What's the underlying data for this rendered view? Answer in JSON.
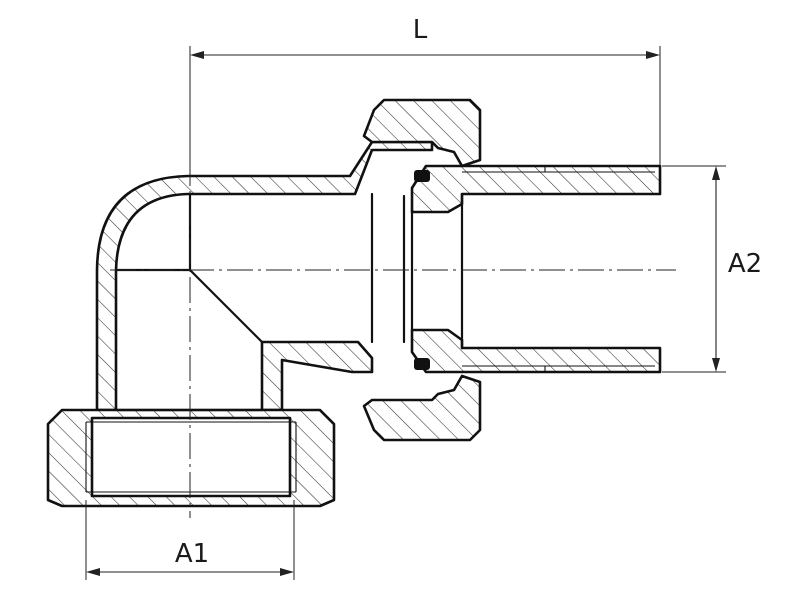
{
  "dimensions": {
    "length_label": "L",
    "outlet_thread_label": "A2",
    "inlet_thread_label": "A1"
  }
}
